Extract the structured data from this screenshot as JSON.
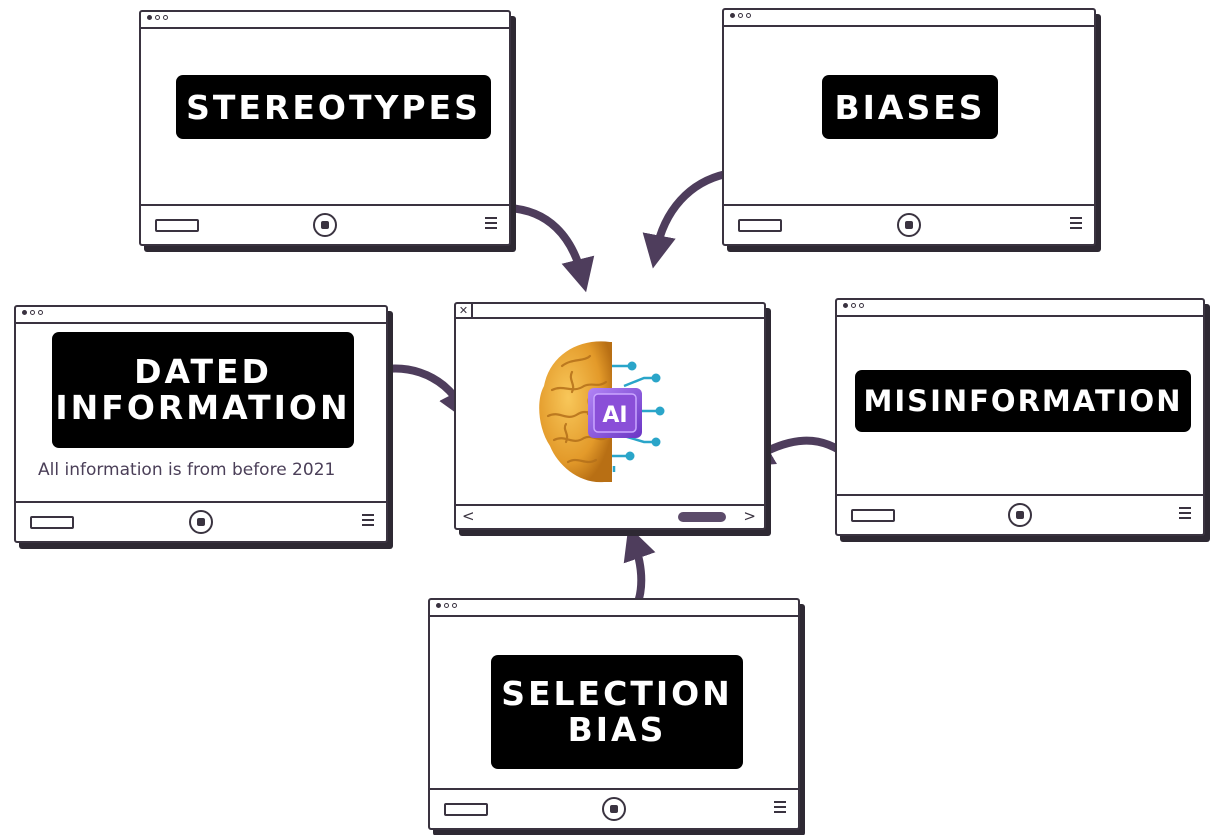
{
  "nodes": {
    "stereotypes": {
      "label": "STEREOTYPES"
    },
    "biases": {
      "label": "BIASES"
    },
    "dated_information": {
      "line1": "DATED",
      "line2": "INFORMATION",
      "note": "All information is from before 2021"
    },
    "misinformation": {
      "label": "MISINFORMATION"
    },
    "selection_bias": {
      "line1": "SELECTION",
      "line2": "BIAS"
    }
  },
  "center": {
    "icon": "brain-ai-icon",
    "badge": "AI"
  },
  "icons": {
    "window_controls": "traffic-dots-icon",
    "bottom_left": "pill-icon",
    "bottom_center": "stop-icon",
    "bottom_right": "menu-icon",
    "close": "close-icon",
    "prev": "chevron-left-icon",
    "next": "chevron-right-icon"
  },
  "colors": {
    "line": "#3a3340",
    "arrow": "#4e3d5c",
    "label_bg": "#000000",
    "label_text": "#ffffff",
    "note_text": "#4b3f58",
    "brain": "#e9a53a",
    "ai_badge": "#8a4fd8",
    "circuit": "#2aa5c9"
  }
}
